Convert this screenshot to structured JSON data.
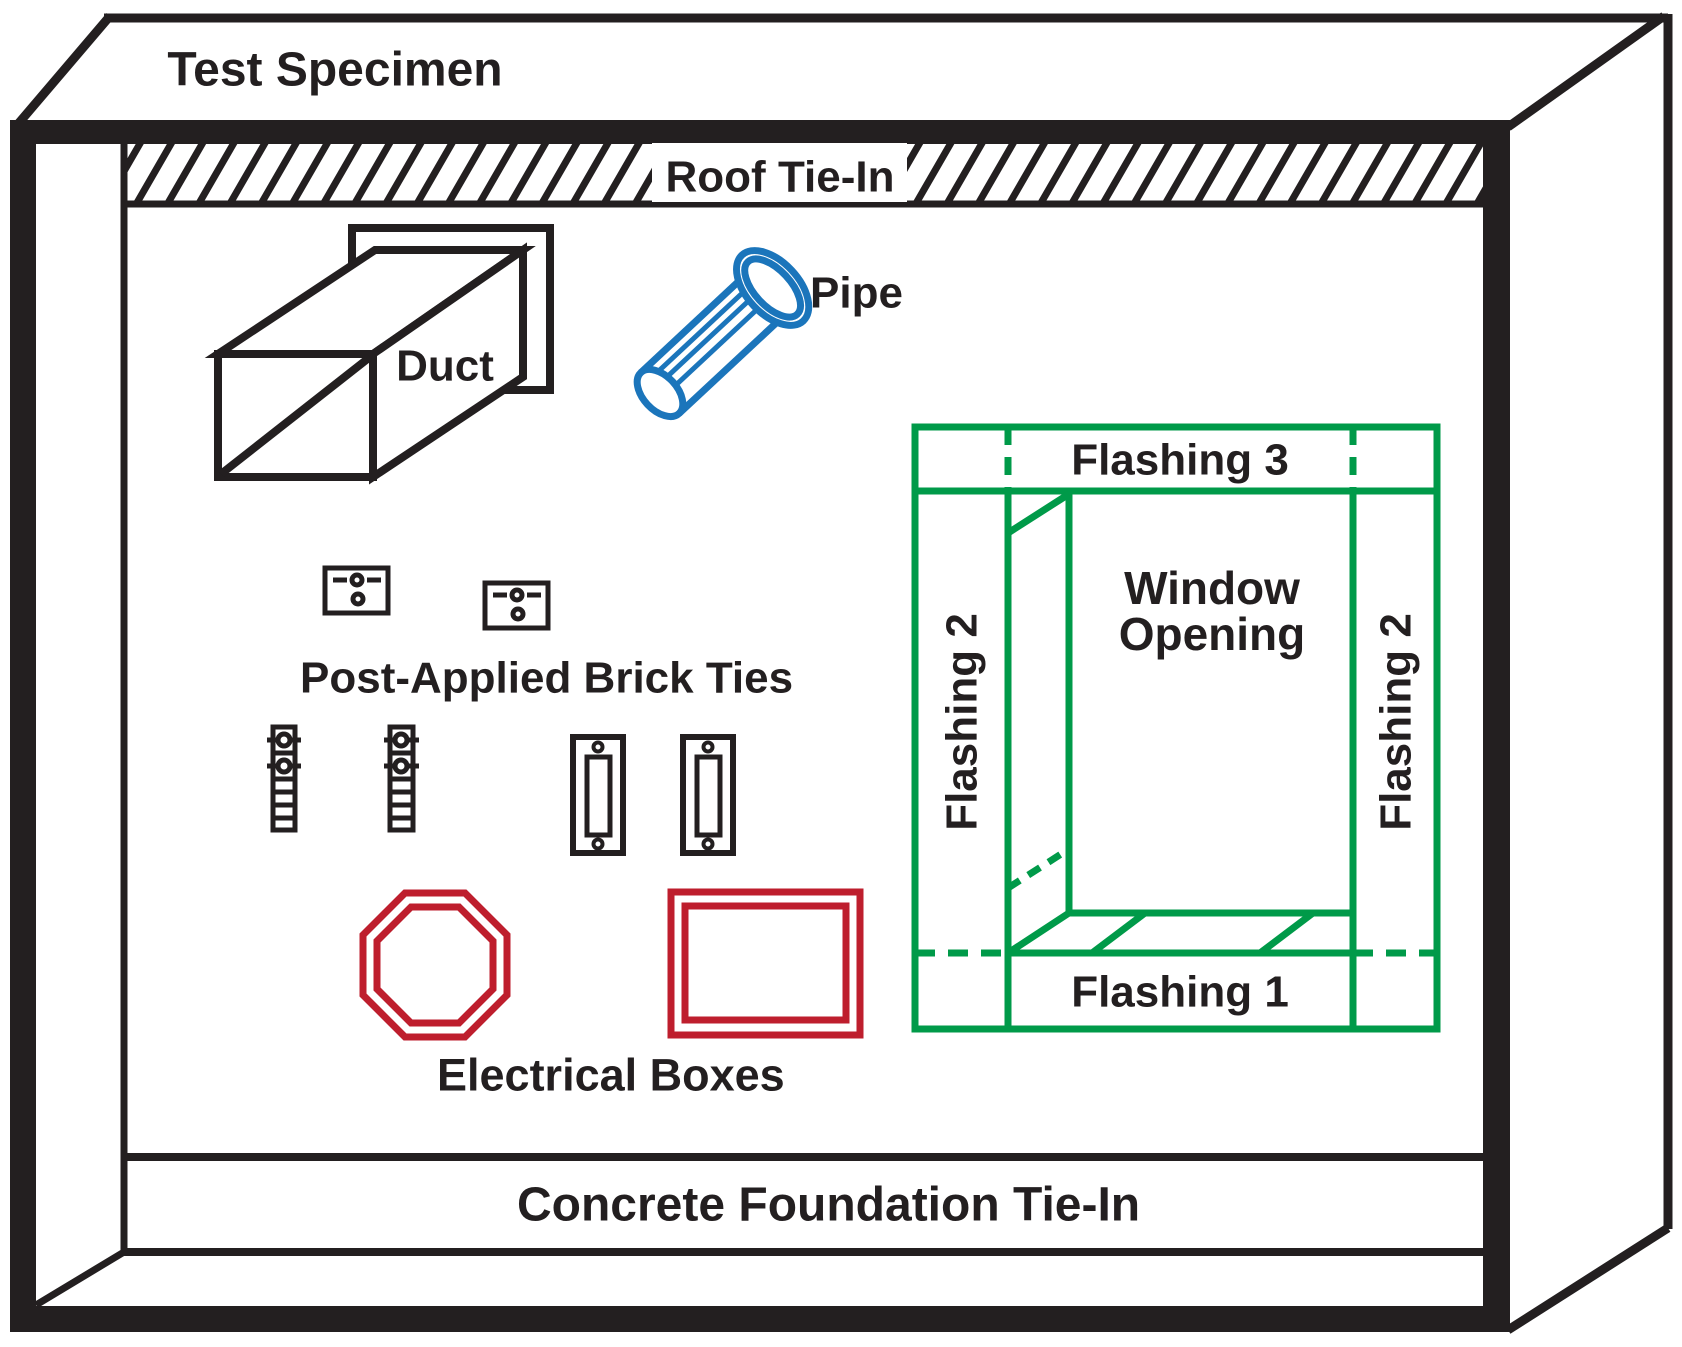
{
  "diagram": {
    "title": "Test Specimen",
    "roof_band": {
      "label": "Roof Tie-In"
    },
    "foundation_band": {
      "label": "Concrete Foundation Tie-In"
    },
    "duct": {
      "label": "Duct"
    },
    "pipe": {
      "label": "Pipe"
    },
    "window": {
      "flashing_top_label": "Flashing 3",
      "flashing_left_label": "Flashing 2",
      "flashing_right_label": "Flashing 2",
      "flashing_bottom_label": "Flashing 1",
      "opening_label_line1": "Window",
      "opening_label_line2": "Opening"
    },
    "brick_ties": {
      "label": "Post-Applied Brick Ties"
    },
    "electrical_boxes": {
      "label": "Electrical Boxes"
    },
    "colors": {
      "line_black": "#231f20",
      "flashing_green": "#009a49",
      "pipe_blue": "#1b75bb",
      "electrical_red": "#be1e2d",
      "background": "#ffffff"
    }
  }
}
